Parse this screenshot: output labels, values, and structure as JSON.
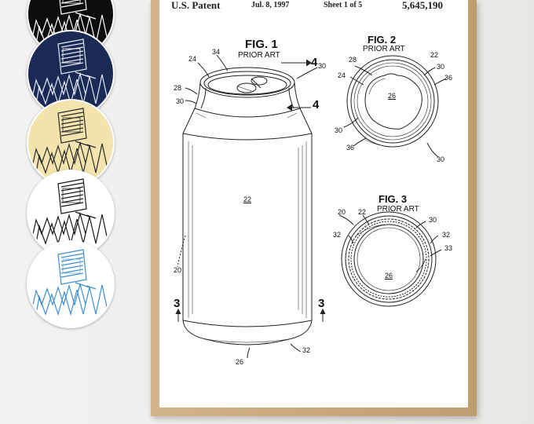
{
  "header": {
    "left": "U.S. Patent",
    "date": "Jul. 8, 1997",
    "sheet": "Sheet 1 of 5",
    "number": "5,645,190"
  },
  "fig1": {
    "title": "FIG. 1",
    "subtitle": "PRIOR ART"
  },
  "fig2": {
    "title": "FIG. 2",
    "subtitle": "PRIOR ART"
  },
  "fig3": {
    "title": "FIG. 3",
    "subtitle": "PRIOR ART"
  },
  "section_labels": {
    "four": "4",
    "three": "3"
  },
  "ref_numbers": {
    "n20": "20",
    "n22": "22",
    "n24": "24",
    "n26": "26",
    "n28": "28",
    "n30": "30",
    "n32": "32",
    "n33": "33",
    "n34": "34",
    "n36": "36"
  },
  "swatches": [
    {
      "name": "black",
      "background": "#0d0d0d",
      "line": "#ffffff",
      "accent": "#ffffff"
    },
    {
      "name": "navy",
      "background": "#1b2a55",
      "line": "#dfe6f5",
      "accent": "#ffffff"
    },
    {
      "name": "parchment",
      "background": "#f3e4ad",
      "line": "#2b2b2b",
      "accent": "#3a3a3a"
    },
    {
      "name": "white",
      "background": "#ffffff",
      "line": "#1a1a1a",
      "accent": "#333333"
    },
    {
      "name": "blueprint",
      "background": "#ffffff",
      "line": "#3f8fd0",
      "accent": "#6fb0e6"
    }
  ]
}
